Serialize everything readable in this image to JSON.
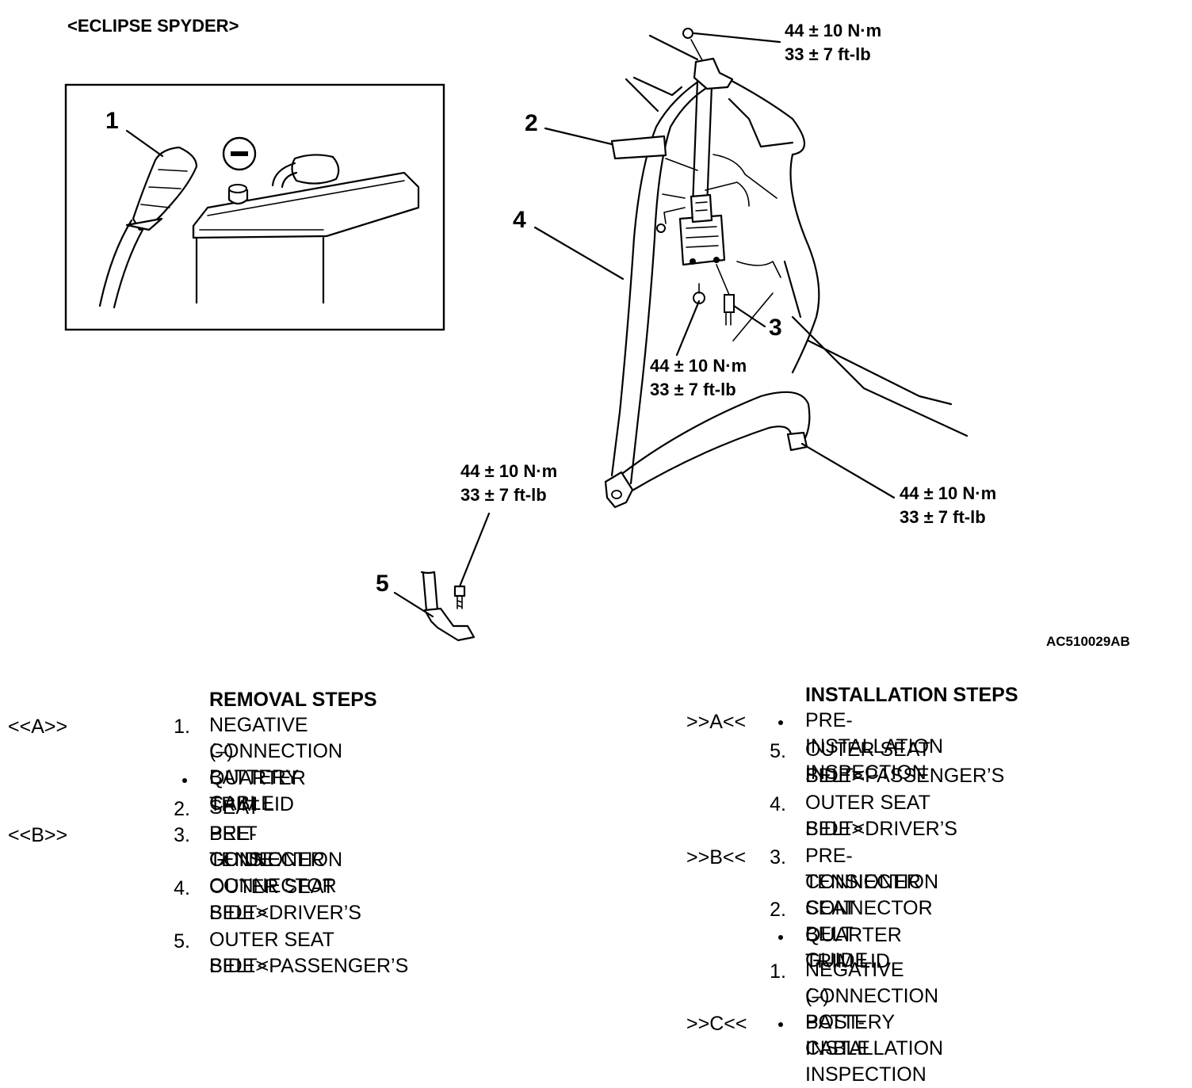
{
  "diagram": {
    "model_header": "<ECLIPSE SPYDER>",
    "figure_code": "AC510029AB",
    "callouts": [
      "1",
      "2",
      "3",
      "4",
      "5"
    ],
    "torque": {
      "top": [
        "44 ± 10 N·m",
        "33 ± 7 ft-lb"
      ],
      "retractor": [
        "44 ± 10 N·m",
        "33 ± 7 ft-lb"
      ],
      "lower_left": [
        "44 ± 10 N·m",
        "33 ± 7 ft-lb"
      ],
      "lower_right": [
        "44 ± 10 N·m",
        "33 ± 7 ft-lb"
      ]
    },
    "icons": [
      "battery-icon",
      "negative-terminal-icon",
      "seat-belt-icon",
      "bolt-icon"
    ]
  },
  "removal": {
    "title": "REMOVAL STEPS",
    "steps": [
      {
        "mark": "<<A>>",
        "index": "1.",
        "lines": [
          "NEGATIVE (–) BATTERY CABLE",
          "CONNECTION"
        ]
      },
      {
        "mark": "",
        "index": "•",
        "lines": [
          "QUARTER TRIM LID"
        ]
      },
      {
        "mark": "",
        "index": "2.",
        "lines": [
          "SEAT BELT GUIDE"
        ]
      },
      {
        "mark": "<<B>>",
        "index": "3.",
        "lines": [
          "PRE-TENSIONER CONNECTOR",
          "CONNECTION"
        ]
      },
      {
        "mark": "",
        "index": "4.",
        "lines": [
          "OUTER SEAT BELT<DRIVER’S",
          "SIDE>"
        ]
      },
      {
        "mark": "",
        "index": "5.",
        "lines": [
          "OUTER SEAT BELT<PASSENGER’S",
          "SIDE>"
        ]
      }
    ]
  },
  "installation": {
    "title": "INSTALLATION STEPS",
    "steps": [
      {
        "mark": ">>A<<",
        "index": "•",
        "lines": [
          "PRE-INSTALLATION INSPECTION"
        ]
      },
      {
        "mark": "",
        "index": "5.",
        "lines": [
          "OUTER SEAT BELT<PASSENGER’S",
          "SIDE>"
        ]
      },
      {
        "mark": "",
        "index": "4.",
        "lines": [
          "OUTER SEAT BELT<DRIVER’S",
          "SIDE>"
        ]
      },
      {
        "mark": ">>B<<",
        "index": "3.",
        "lines": [
          "PRE-TENSIONER CONNECTOR",
          "CONNECTION"
        ]
      },
      {
        "mark": "",
        "index": "2.",
        "lines": [
          "SEAT BELT GUIDE"
        ]
      },
      {
        "mark": "",
        "index": "•",
        "lines": [
          "QUARTER TRIM LID"
        ]
      },
      {
        "mark": "",
        "index": "1.",
        "lines": [
          "NEGATIVE (–) BATTERY CABLE",
          "CONNECTION"
        ]
      },
      {
        "mark": ">>C<<",
        "index": "•",
        "lines": [
          "POST-INSTALLATION INSPECTION"
        ]
      }
    ]
  }
}
